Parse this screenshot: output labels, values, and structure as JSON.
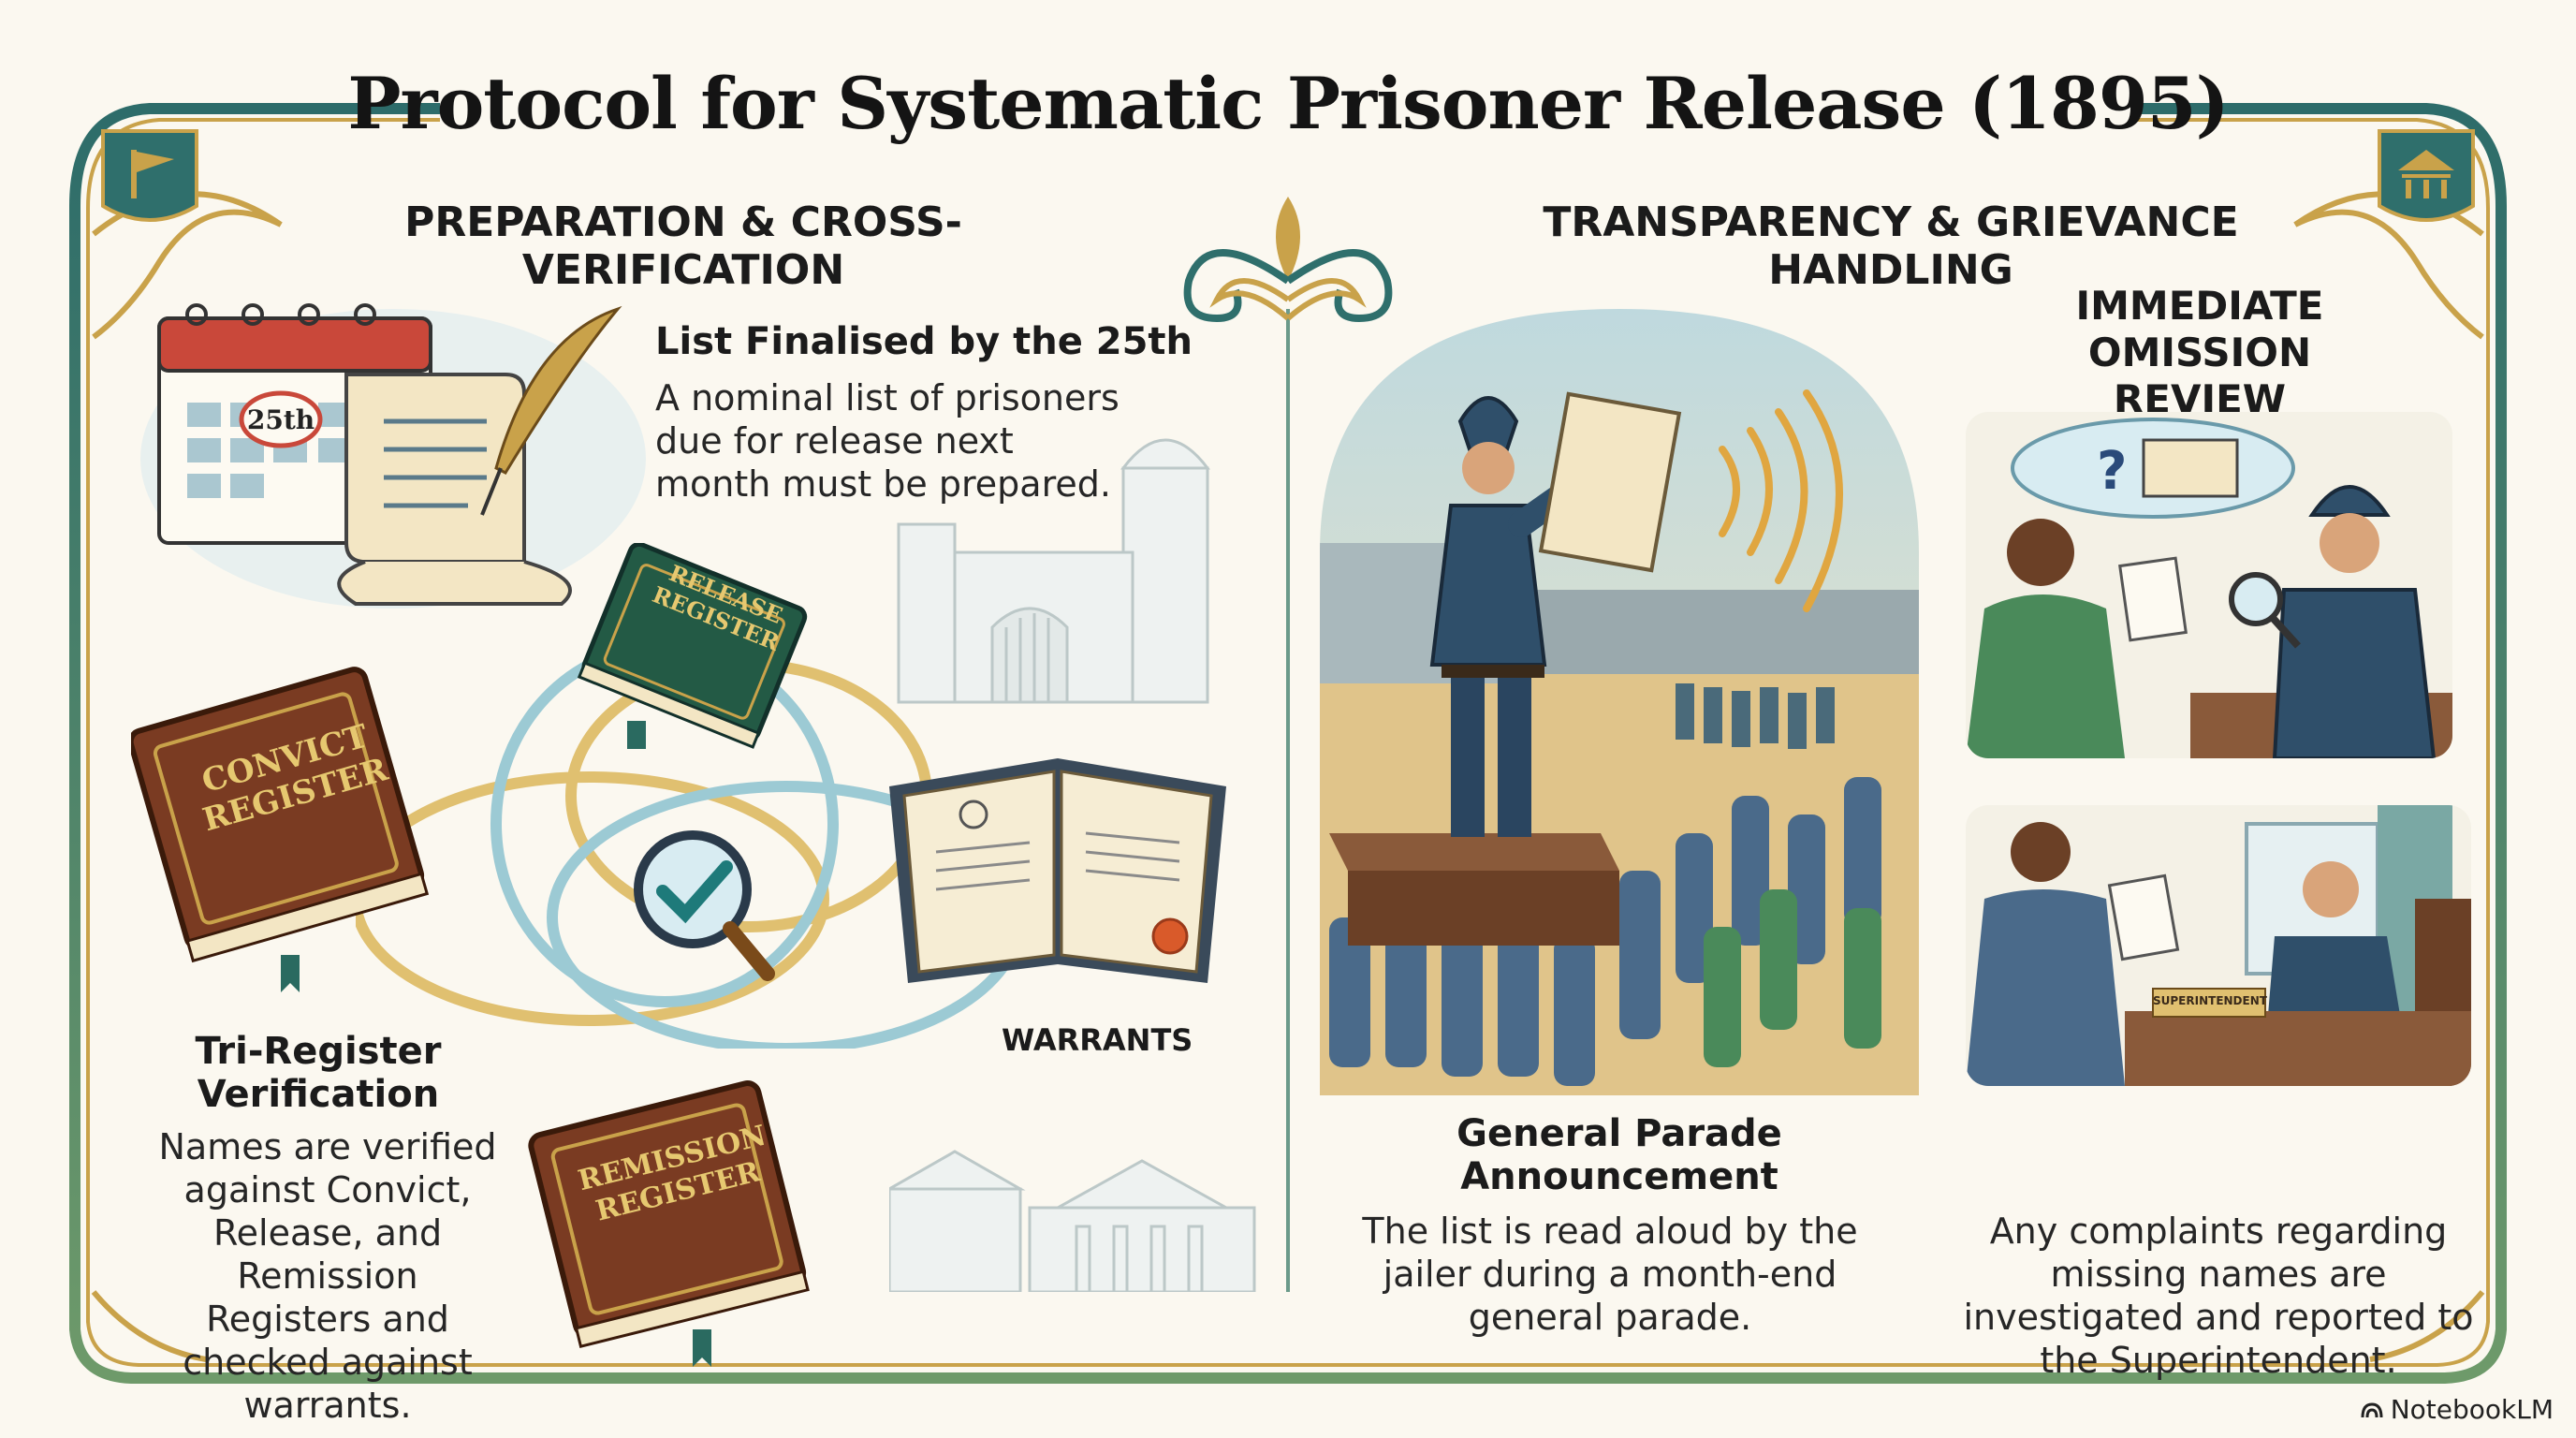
{
  "title": "Protocol for Systematic Prisoner Release (1895)",
  "left_section": {
    "heading": "PREPARATION & CROSS-VERIFICATION",
    "list_finalised": {
      "heading": "List Finalised by the 25th",
      "body": "A nominal list of prisoners due for release next month must be prepared.",
      "calendar_label": "25th"
    },
    "books": {
      "release": "RELEASE REGISTER",
      "convict": "CONVICT REGISTER",
      "remission": "REMISSION REGISTER",
      "warrants": "WARRANTS"
    },
    "tri_register": {
      "heading": "Tri-Register Verification",
      "body": "Names are verified against Convict, Release, and Remission Registers and checked against warrants."
    }
  },
  "right_section": {
    "heading": "TRANSPARENCY & GRIEVANCE HANDLING",
    "parade": {
      "heading": "General Parade Announcement",
      "body": "The list is read aloud by the jailer during a month-end general parade."
    },
    "omission": {
      "heading": "IMMEDIATE OMISSION REVIEW",
      "body": "Any complaints regarding missing names are investigated and reported to the Superintendent.",
      "nameplate": "SUPERINTENDENT"
    }
  },
  "watermark": "NotebookLM",
  "colors": {
    "frame_teal": "#2f6f6c",
    "gold": "#c9a24a",
    "uniform_blue": "#2f4f6a",
    "book_brown": "#7a3b22",
    "book_green": "#235a45",
    "paper": "#f3e6c4"
  }
}
